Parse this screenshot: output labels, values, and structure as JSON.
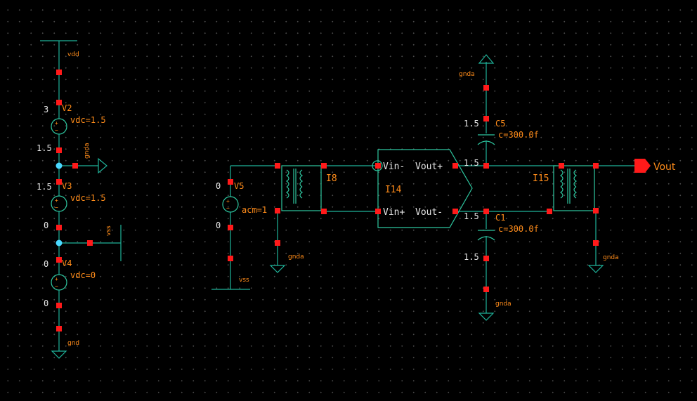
{
  "schematic": {
    "nets": {
      "vdd": "vdd",
      "gnda": "gnda",
      "vss": "vss",
      "gnd": "gnd",
      "vout": "Vout"
    },
    "instances": {
      "v2": "V2",
      "v3": "V3",
      "v4": "V4",
      "v5": "V5",
      "i8": "I8",
      "i14": "I14",
      "i15": "I15",
      "c5": "C5",
      "c1": "C1"
    },
    "params": {
      "v2_vdc": "vdc=1.5",
      "v3_vdc": "vdc=1.5",
      "v4_vdc": "vdc=0",
      "v5_acm": "acm=1",
      "c5_c": "c=300.0f",
      "c1_c": "c=300.0f"
    },
    "node_voltages": {
      "vdd_node": "3",
      "mid_v2_v3": "1.5",
      "top_v3": "1.5",
      "vss_node": "0",
      "top_v4": "0",
      "gnd_node": "0",
      "v5_top": "0",
      "v5_bottom": "0",
      "c5_top": "1.5",
      "vout_p_net": "1.5",
      "vout_n_net": "1.5",
      "c1_bottom": "1.5"
    },
    "pins": {
      "vin_minus": "Vin-",
      "vin_plus": "Vin+",
      "vout_plus": "Vout+",
      "vout_minus": "Vout-"
    },
    "colors": {
      "background": "#000000",
      "wire": "#1fb39a",
      "pin": "#ff1a1a",
      "label": "#ff8c1a",
      "connection_dot": "#4ad8ff",
      "node_voltage": "#e6e6e6"
    }
  }
}
